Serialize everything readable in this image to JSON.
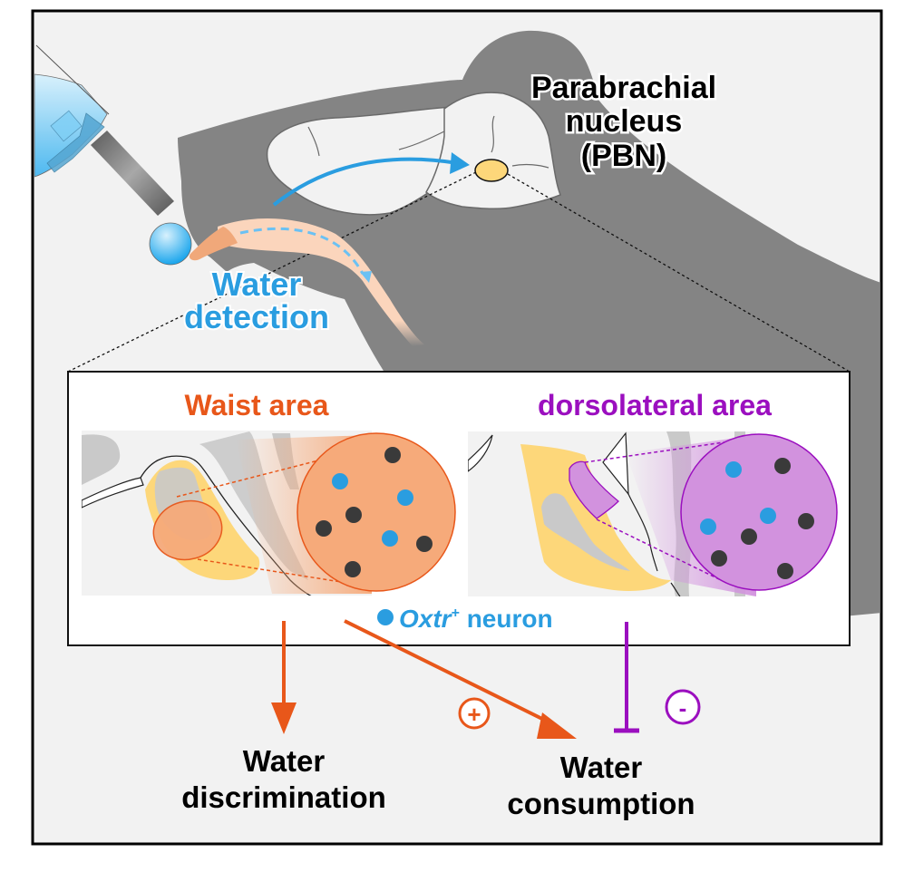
{
  "title_pbn": {
    "line1": "Parabrachial",
    "line2": "nucleus",
    "line3": "(PBN)"
  },
  "water_detection": {
    "line1": "Water",
    "line2": "detection"
  },
  "panels": {
    "waist": {
      "title": "Waist area",
      "color": "#e8571a"
    },
    "dorsolateral": {
      "title": "dorsolateral area",
      "color": "#9b0fbf"
    }
  },
  "legend": {
    "italic": "Oxtr",
    "superscript": "+",
    "suffix": " neuron",
    "color": "#2a9de0"
  },
  "outputs": {
    "discrimination": {
      "line1": "Water",
      "line2": "discrimination"
    },
    "consumption": {
      "line1": "Water",
      "line2": "consumption"
    }
  },
  "signs": {
    "plus": "+",
    "minus": "-"
  },
  "colors": {
    "background": "#f2f2f2",
    "mouse": "#848484",
    "brain": "#f2f2f2",
    "pbn": "#fdd77a",
    "water_blue": "#2a9de0",
    "tongue": "#fbd5bc",
    "orange": "#e8571a",
    "purple": "#9b0fbf",
    "orange_fill": "#f6aa7a",
    "purple_fill": "#d292de",
    "neuron_dark": "#3a3a3a"
  }
}
